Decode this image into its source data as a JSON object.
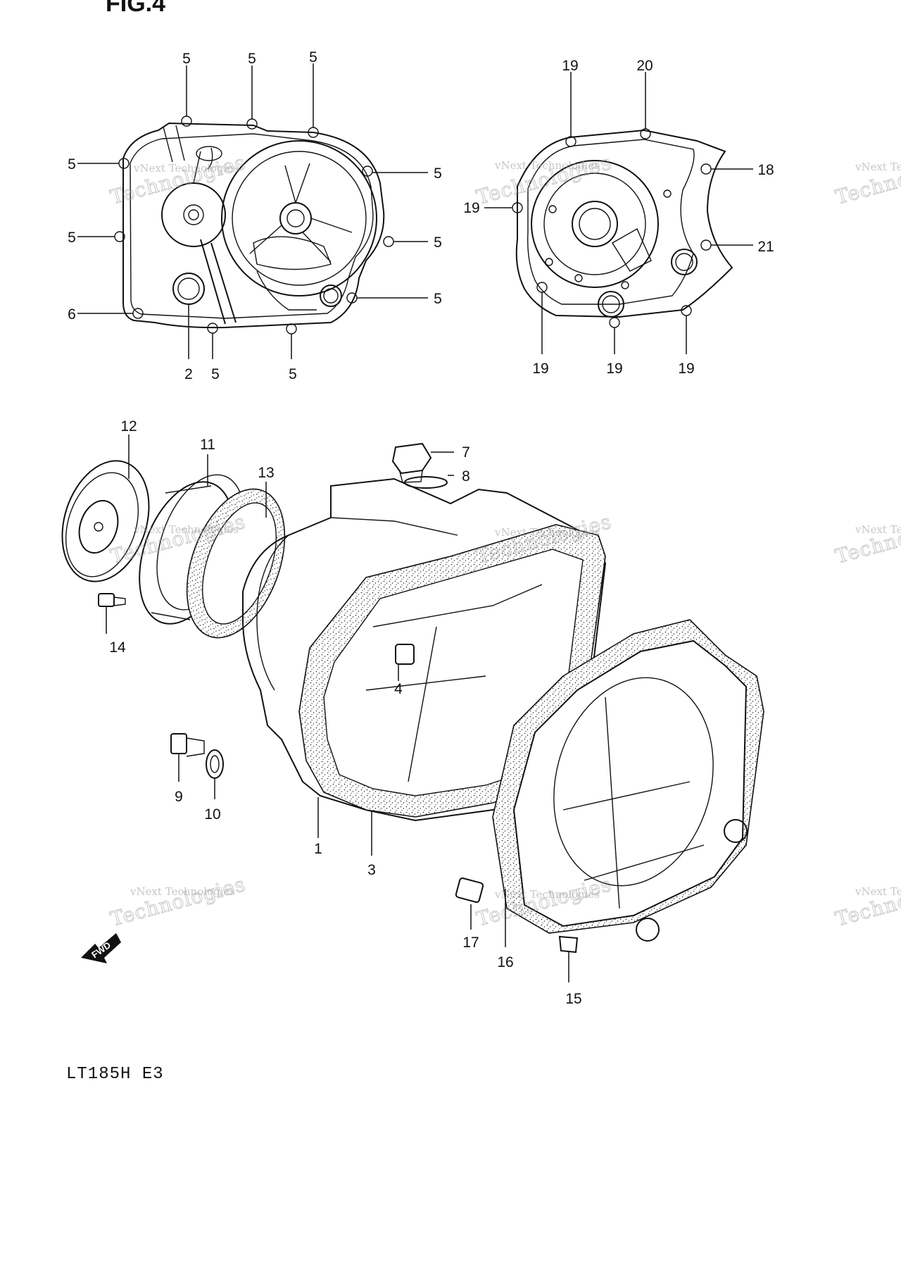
{
  "figure_title": "FIG.4",
  "model_label": "LT185H  E3",
  "watermark": {
    "line1": "vNext Technologies",
    "line2": "vNext",
    "line3": "Technologies"
  },
  "fwd_arrow_label": "FWD",
  "callouts": {
    "top_left_cover": [
      "5",
      "5",
      "5",
      "5",
      "5",
      "5",
      "5",
      "5",
      "6",
      "2",
      "5",
      "5"
    ],
    "top_right_cover": [
      "19",
      "20",
      "18",
      "19",
      "21",
      "19",
      "19",
      "19"
    ],
    "exploded": [
      "12",
      "11",
      "13",
      "7",
      "8",
      "14",
      "4",
      "9",
      "10",
      "1",
      "3",
      "17",
      "16",
      "15"
    ]
  }
}
